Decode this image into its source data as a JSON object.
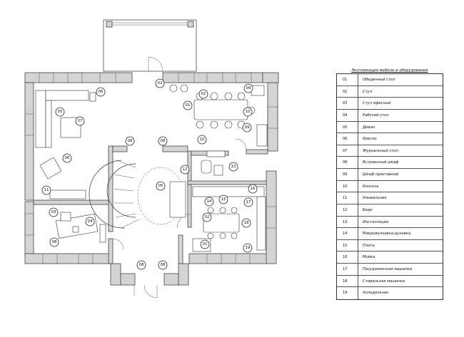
{
  "legend": {
    "title": "Экспликация мебели и оборудования",
    "items": [
      {
        "num": "01",
        "name": "Обеденный стол"
      },
      {
        "num": "02",
        "name": "Стул"
      },
      {
        "num": "03",
        "name": "Стул офисный"
      },
      {
        "num": "04",
        "name": "Рабочий стол"
      },
      {
        "num": "05",
        "name": "Диван"
      },
      {
        "num": "06",
        "name": "Кресло"
      },
      {
        "num": "07",
        "name": "Журнальный стол"
      },
      {
        "num": "08",
        "name": "Встроенный шкаф"
      },
      {
        "num": "09",
        "name": "Шкаф приставной"
      },
      {
        "num": "10",
        "name": "Консоль"
      },
      {
        "num": "11",
        "name": "Умывальник"
      },
      {
        "num": "12",
        "name": "Биде"
      },
      {
        "num": "13",
        "name": "Инсталляция"
      },
      {
        "num": "14",
        "name": "Микроволновка-духовка"
      },
      {
        "num": "15",
        "name": "Плита"
      },
      {
        "num": "16",
        "name": "Мойка"
      },
      {
        "num": "17",
        "name": "Посудомоечная машинка"
      },
      {
        "num": "18",
        "name": "Стиральная машинка"
      },
      {
        "num": "19",
        "name": "Холодильник"
      }
    ]
  },
  "plan": {
    "tags": [
      {
        "label": "06"
      },
      {
        "label": "05"
      },
      {
        "label": "07"
      },
      {
        "label": "06"
      },
      {
        "label": "08"
      },
      {
        "label": "08"
      },
      {
        "label": "11"
      },
      {
        "label": "03"
      },
      {
        "label": "04"
      },
      {
        "label": "08"
      },
      {
        "label": "02"
      },
      {
        "label": "02"
      },
      {
        "label": "01"
      },
      {
        "label": "09"
      },
      {
        "label": "10"
      },
      {
        "label": "09"
      },
      {
        "label": "10"
      },
      {
        "label": "12"
      },
      {
        "label": "13"
      },
      {
        "label": "05"
      },
      {
        "label": "14"
      },
      {
        "label": "15"
      },
      {
        "label": "16"
      },
      {
        "label": "17"
      },
      {
        "label": "02"
      },
      {
        "label": "18"
      },
      {
        "label": "01"
      },
      {
        "label": "19"
      },
      {
        "label": "08"
      },
      {
        "label": "08"
      }
    ]
  }
}
